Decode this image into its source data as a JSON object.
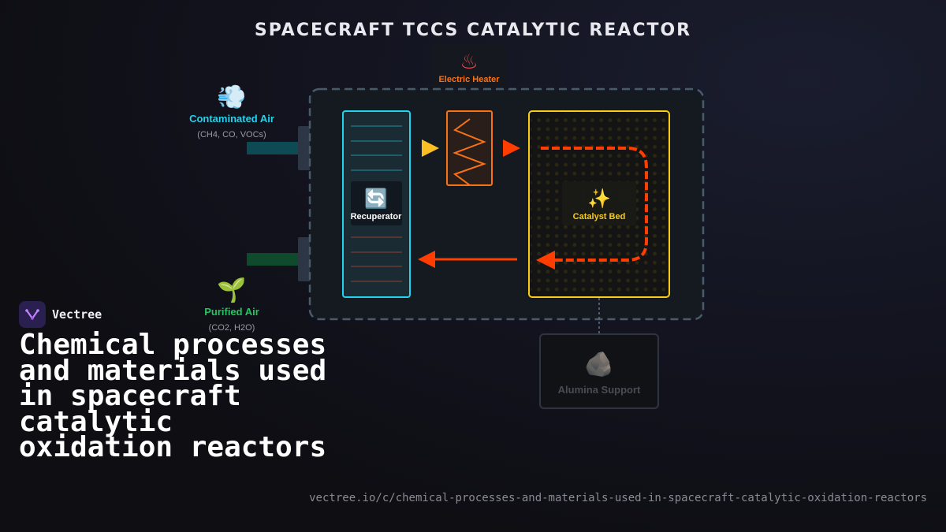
{
  "title": "SPACECRAFT TCCS CATALYTIC REACTOR",
  "diagram": {
    "heater": {
      "icon": "hot-springs-icon",
      "label": "Electric Heater"
    },
    "inlet": {
      "icon": "dashing-away-icon",
      "label": "Contaminated Air",
      "sub": "(CH4, CO, VOCs)"
    },
    "outlet": {
      "icon": "seedling-icon",
      "label": "Purified Air",
      "sub": "(CO2, H2O)"
    },
    "recuperator": {
      "icon": "counterclockwise-arrows-icon",
      "label": "Recuperator"
    },
    "catalyst": {
      "icon": "sparkles-icon",
      "label": "Catalyst Bed"
    },
    "support": {
      "icon": "rock-icon",
      "label": "Alumina Support"
    }
  },
  "brand": {
    "name": "Vectree"
  },
  "headline": "Chemical processes and materials used in spacecraft catalytic oxidation reactors",
  "url": "vectree.io/c/chemical-processes-and-materials-used-in-spacecraft-catalytic-oxidation-reactors",
  "colors": {
    "inlet": "#22d3ee",
    "outlet": "#22c55e",
    "heater": "#f97316",
    "catalyst": "#facc15",
    "flow_hot": "#ff3d00",
    "flow_warm": "#fbbf24"
  }
}
